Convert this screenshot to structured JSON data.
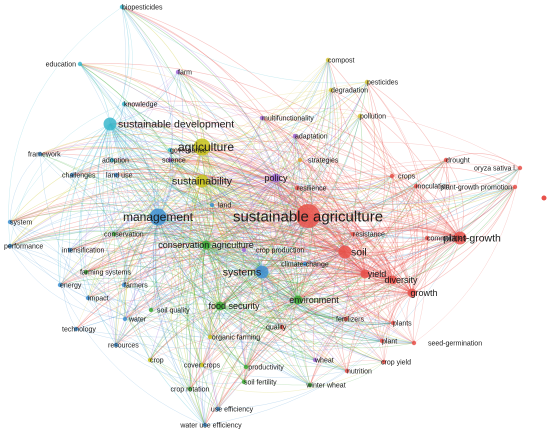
{
  "map": {
    "clusters": {
      "red": "#e8514a",
      "blue": "#3e8fd0",
      "green": "#3aaa35",
      "yellow": "#c7c21a",
      "purple": "#a06ad6",
      "cyan": "#39b7cd",
      "orange": "#e0a53a",
      "gold": "#d6c63a"
    },
    "nodes": [
      {
        "id": "biopesticides",
        "label": "biopesticides",
        "cluster": "cyan",
        "size": 1
      },
      {
        "id": "education",
        "label": "education",
        "cluster": "cyan",
        "size": 1
      },
      {
        "id": "farm",
        "label": "farm",
        "cluster": "purple",
        "size": 1
      },
      {
        "id": "compost",
        "label": "compost",
        "cluster": "gold",
        "size": 1
      },
      {
        "id": "pesticides",
        "label": "pesticides",
        "cluster": "gold",
        "size": 1
      },
      {
        "id": "degradation",
        "label": "degradation",
        "cluster": "gold",
        "size": 1
      },
      {
        "id": "pollution",
        "label": "pollution",
        "cluster": "gold",
        "size": 1
      },
      {
        "id": "knowledge",
        "label": "knowledge",
        "cluster": "cyan",
        "size": 1
      },
      {
        "id": "multifunctionality",
        "label": "multifunctionality",
        "cluster": "purple",
        "size": 1
      },
      {
        "id": "sustainable_development",
        "label": "sustainable development",
        "cluster": "cyan",
        "size": 3
      },
      {
        "id": "adaptation",
        "label": "adaptation",
        "cluster": "purple",
        "size": 1
      },
      {
        "id": "agriculture",
        "label": "agriculture",
        "cluster": "yellow",
        "size": 4
      },
      {
        "id": "governance",
        "label": "governance",
        "cluster": "cyan",
        "size": 1
      },
      {
        "id": "adoption",
        "label": "adoption",
        "cluster": "cyan",
        "size": 1
      },
      {
        "id": "science",
        "label": "science",
        "cluster": "purple",
        "size": 1
      },
      {
        "id": "strategies",
        "label": "strategies",
        "cluster": "orange",
        "size": 1
      },
      {
        "id": "drought",
        "label": "drought",
        "cluster": "red",
        "size": 1
      },
      {
        "id": "oryza",
        "label": "oryza sativa l.",
        "cluster": "red",
        "size": 1
      },
      {
        "id": "crops",
        "label": "crops",
        "cluster": "red",
        "size": 1
      },
      {
        "id": "sustainability",
        "label": "sustainability",
        "cluster": "yellow",
        "size": 3
      },
      {
        "id": "policy",
        "label": "policy",
        "cluster": "purple",
        "size": 2
      },
      {
        "id": "resilience",
        "label": "resilience",
        "cluster": "red",
        "size": 1
      },
      {
        "id": "inoculation",
        "label": "inoculation",
        "cluster": "red",
        "size": 1
      },
      {
        "id": "plant_growth_promotion",
        "label": "plant-growth promotion",
        "cluster": "red",
        "size": 1
      },
      {
        "id": "framework",
        "label": "framework",
        "cluster": "blue",
        "size": 1
      },
      {
        "id": "challenges",
        "label": "challenges",
        "cluster": "blue",
        "size": 1
      },
      {
        "id": "land_use",
        "label": "land use",
        "cluster": "blue",
        "size": 1
      },
      {
        "id": "land",
        "label": "land",
        "cluster": "blue",
        "size": 1
      },
      {
        "id": "management",
        "label": "management",
        "cluster": "blue",
        "size": 4
      },
      {
        "id": "sustainable_agriculture",
        "label": "sustainable agriculture",
        "cluster": "red",
        "size": 6
      },
      {
        "id": "system",
        "label": "system",
        "cluster": "blue",
        "size": 1
      },
      {
        "id": "conservation",
        "label": "conservation",
        "cluster": "green",
        "size": 1
      },
      {
        "id": "conservation_agriculture",
        "label": "conservation agriculture",
        "cluster": "green",
        "size": 2
      },
      {
        "id": "resistance",
        "label": "resistance",
        "cluster": "red",
        "size": 1
      },
      {
        "id": "communities",
        "label": "communities",
        "cluster": "red",
        "size": 1
      },
      {
        "id": "plant_growth",
        "label": "plant-growth",
        "cluster": "red",
        "size": 3
      },
      {
        "id": "performance",
        "label": "performance",
        "cluster": "blue",
        "size": 1
      },
      {
        "id": "intensification",
        "label": "intensification",
        "cluster": "blue",
        "size": 1
      },
      {
        "id": "crop_production",
        "label": "crop production",
        "cluster": "purple",
        "size": 1
      },
      {
        "id": "soil",
        "label": "soil",
        "cluster": "red",
        "size": 3
      },
      {
        "id": "climate_change",
        "label": "climate-change",
        "cluster": "blue",
        "size": 1
      },
      {
        "id": "farming_systems",
        "label": "farming systems",
        "cluster": "green",
        "size": 1
      },
      {
        "id": "systems",
        "label": "systems",
        "cluster": "blue",
        "size": 3
      },
      {
        "id": "yield",
        "label": "yield",
        "cluster": "red",
        "size": 2
      },
      {
        "id": "diversity",
        "label": "diversity",
        "cluster": "red",
        "size": 2
      },
      {
        "id": "energy",
        "label": "energy",
        "cluster": "blue",
        "size": 1
      },
      {
        "id": "farmers",
        "label": "farmers",
        "cluster": "blue",
        "size": 1
      },
      {
        "id": "impact",
        "label": "impact",
        "cluster": "blue",
        "size": 1
      },
      {
        "id": "growth",
        "label": "growth",
        "cluster": "red",
        "size": 2
      },
      {
        "id": "environment",
        "label": "environment",
        "cluster": "green",
        "size": 2
      },
      {
        "id": "food_security",
        "label": "food security",
        "cluster": "green",
        "size": 2
      },
      {
        "id": "water",
        "label": "water",
        "cluster": "blue",
        "size": 1
      },
      {
        "id": "soil_quality",
        "label": "soil quality",
        "cluster": "green",
        "size": 1
      },
      {
        "id": "technology",
        "label": "technology",
        "cluster": "blue",
        "size": 1
      },
      {
        "id": "organic_farming",
        "label": "organic farming",
        "cluster": "yellow",
        "size": 1
      },
      {
        "id": "quality",
        "label": "quality",
        "cluster": "red",
        "size": 1
      },
      {
        "id": "fertilizers",
        "label": "fertilizers",
        "cluster": "red",
        "size": 1
      },
      {
        "id": "plants",
        "label": "plants",
        "cluster": "red",
        "size": 1
      },
      {
        "id": "resources",
        "label": "resources",
        "cluster": "blue",
        "size": 1
      },
      {
        "id": "plant",
        "label": "plant",
        "cluster": "red",
        "size": 1
      },
      {
        "id": "seed_germination",
        "label": "seed-germination",
        "cluster": "red",
        "size": 1
      },
      {
        "id": "crop",
        "label": "crop",
        "cluster": "yellow",
        "size": 1
      },
      {
        "id": "wheat",
        "label": "wheat",
        "cluster": "purple",
        "size": 1
      },
      {
        "id": "crop_yield",
        "label": "crop yield",
        "cluster": "red",
        "size": 1
      },
      {
        "id": "cover_crops",
        "label": "cover crops",
        "cluster": "yellow",
        "size": 1
      },
      {
        "id": "productivity",
        "label": "productivity",
        "cluster": "green",
        "size": 1
      },
      {
        "id": "nutrition",
        "label": "nutrition",
        "cluster": "red",
        "size": 1
      },
      {
        "id": "soil_fertility",
        "label": "soil fertility",
        "cluster": "green",
        "size": 1
      },
      {
        "id": "crop_rotation",
        "label": "crop rotation",
        "cluster": "green",
        "size": 1
      },
      {
        "id": "winter_wheat",
        "label": "winter wheat",
        "cluster": "green",
        "size": 1
      },
      {
        "id": "use_efficiency",
        "label": "use efficiency",
        "cluster": "blue",
        "size": 1
      },
      {
        "id": "water_use_efficiency",
        "label": "water use efficiency",
        "cluster": "blue",
        "size": 1
      }
    ]
  }
}
